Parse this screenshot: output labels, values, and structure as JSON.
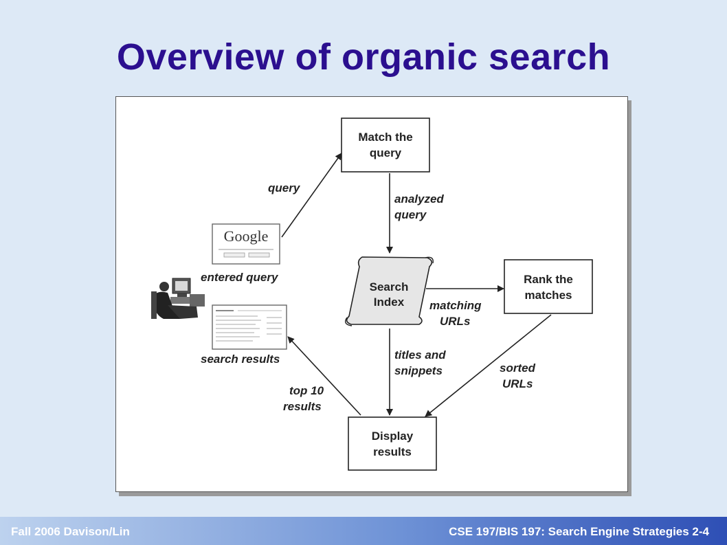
{
  "slide": {
    "title": "Overview of organic search"
  },
  "diagram": {
    "nodes": {
      "match": [
        "Match the",
        "query"
      ],
      "index": [
        "Search",
        "Index"
      ],
      "rank": [
        "Rank the",
        "matches"
      ],
      "display": [
        "Display",
        "results"
      ]
    },
    "edges": {
      "query": [
        "query"
      ],
      "analyzed": [
        "analyzed",
        "query"
      ],
      "matching": [
        "matching",
        "URLs"
      ],
      "titles": [
        "titles and",
        "snippets"
      ],
      "sorted": [
        "sorted",
        "URLs"
      ],
      "top10": [
        "top 10",
        "results"
      ]
    },
    "captions": {
      "entered": "entered query",
      "search_results": "search results"
    },
    "logo": "Google"
  },
  "footer": {
    "left": "Fall 2006 Davison/Lin",
    "right": "CSE 197/BIS 197: Search Engine Strategies  2-4"
  }
}
